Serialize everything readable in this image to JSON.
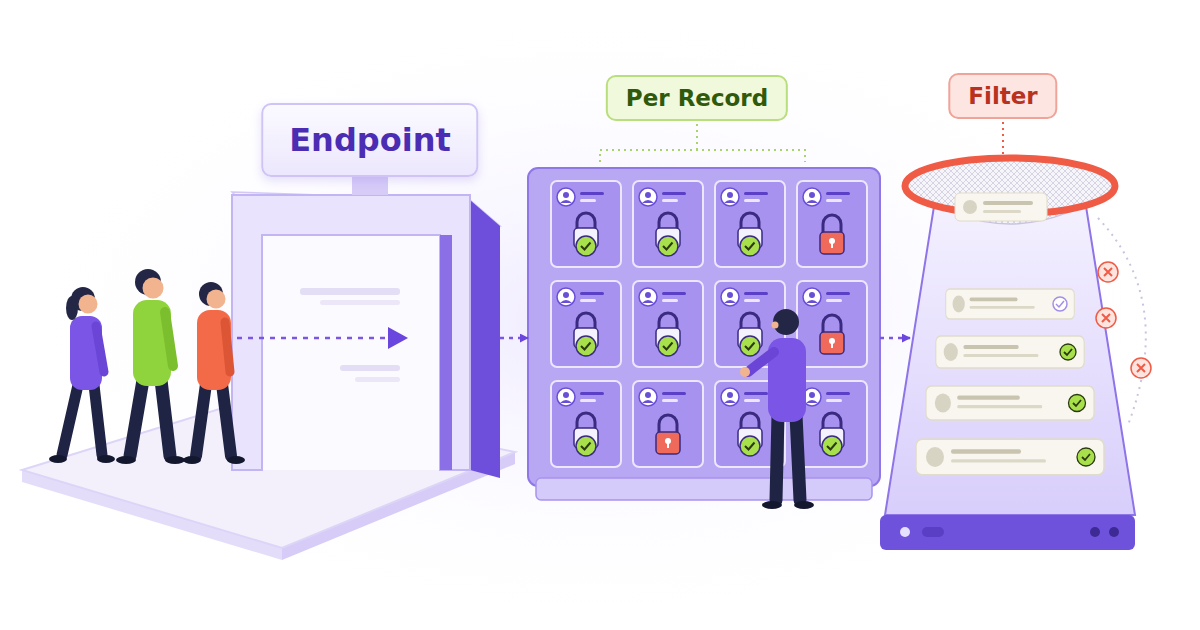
{
  "diagram": {
    "nodes": [
      {
        "text": [
          "Endpoint"
        ]
      },
      {
        "text": [
          "Per Record"
        ]
      },
      {
        "text": [
          "Filter"
        ]
      }
    ],
    "edges": [
      {
        "from": 0,
        "to": 1,
        "arrow": "to"
      },
      {
        "from": 1,
        "to": 2,
        "arrow": "to"
      }
    ]
  }
}
